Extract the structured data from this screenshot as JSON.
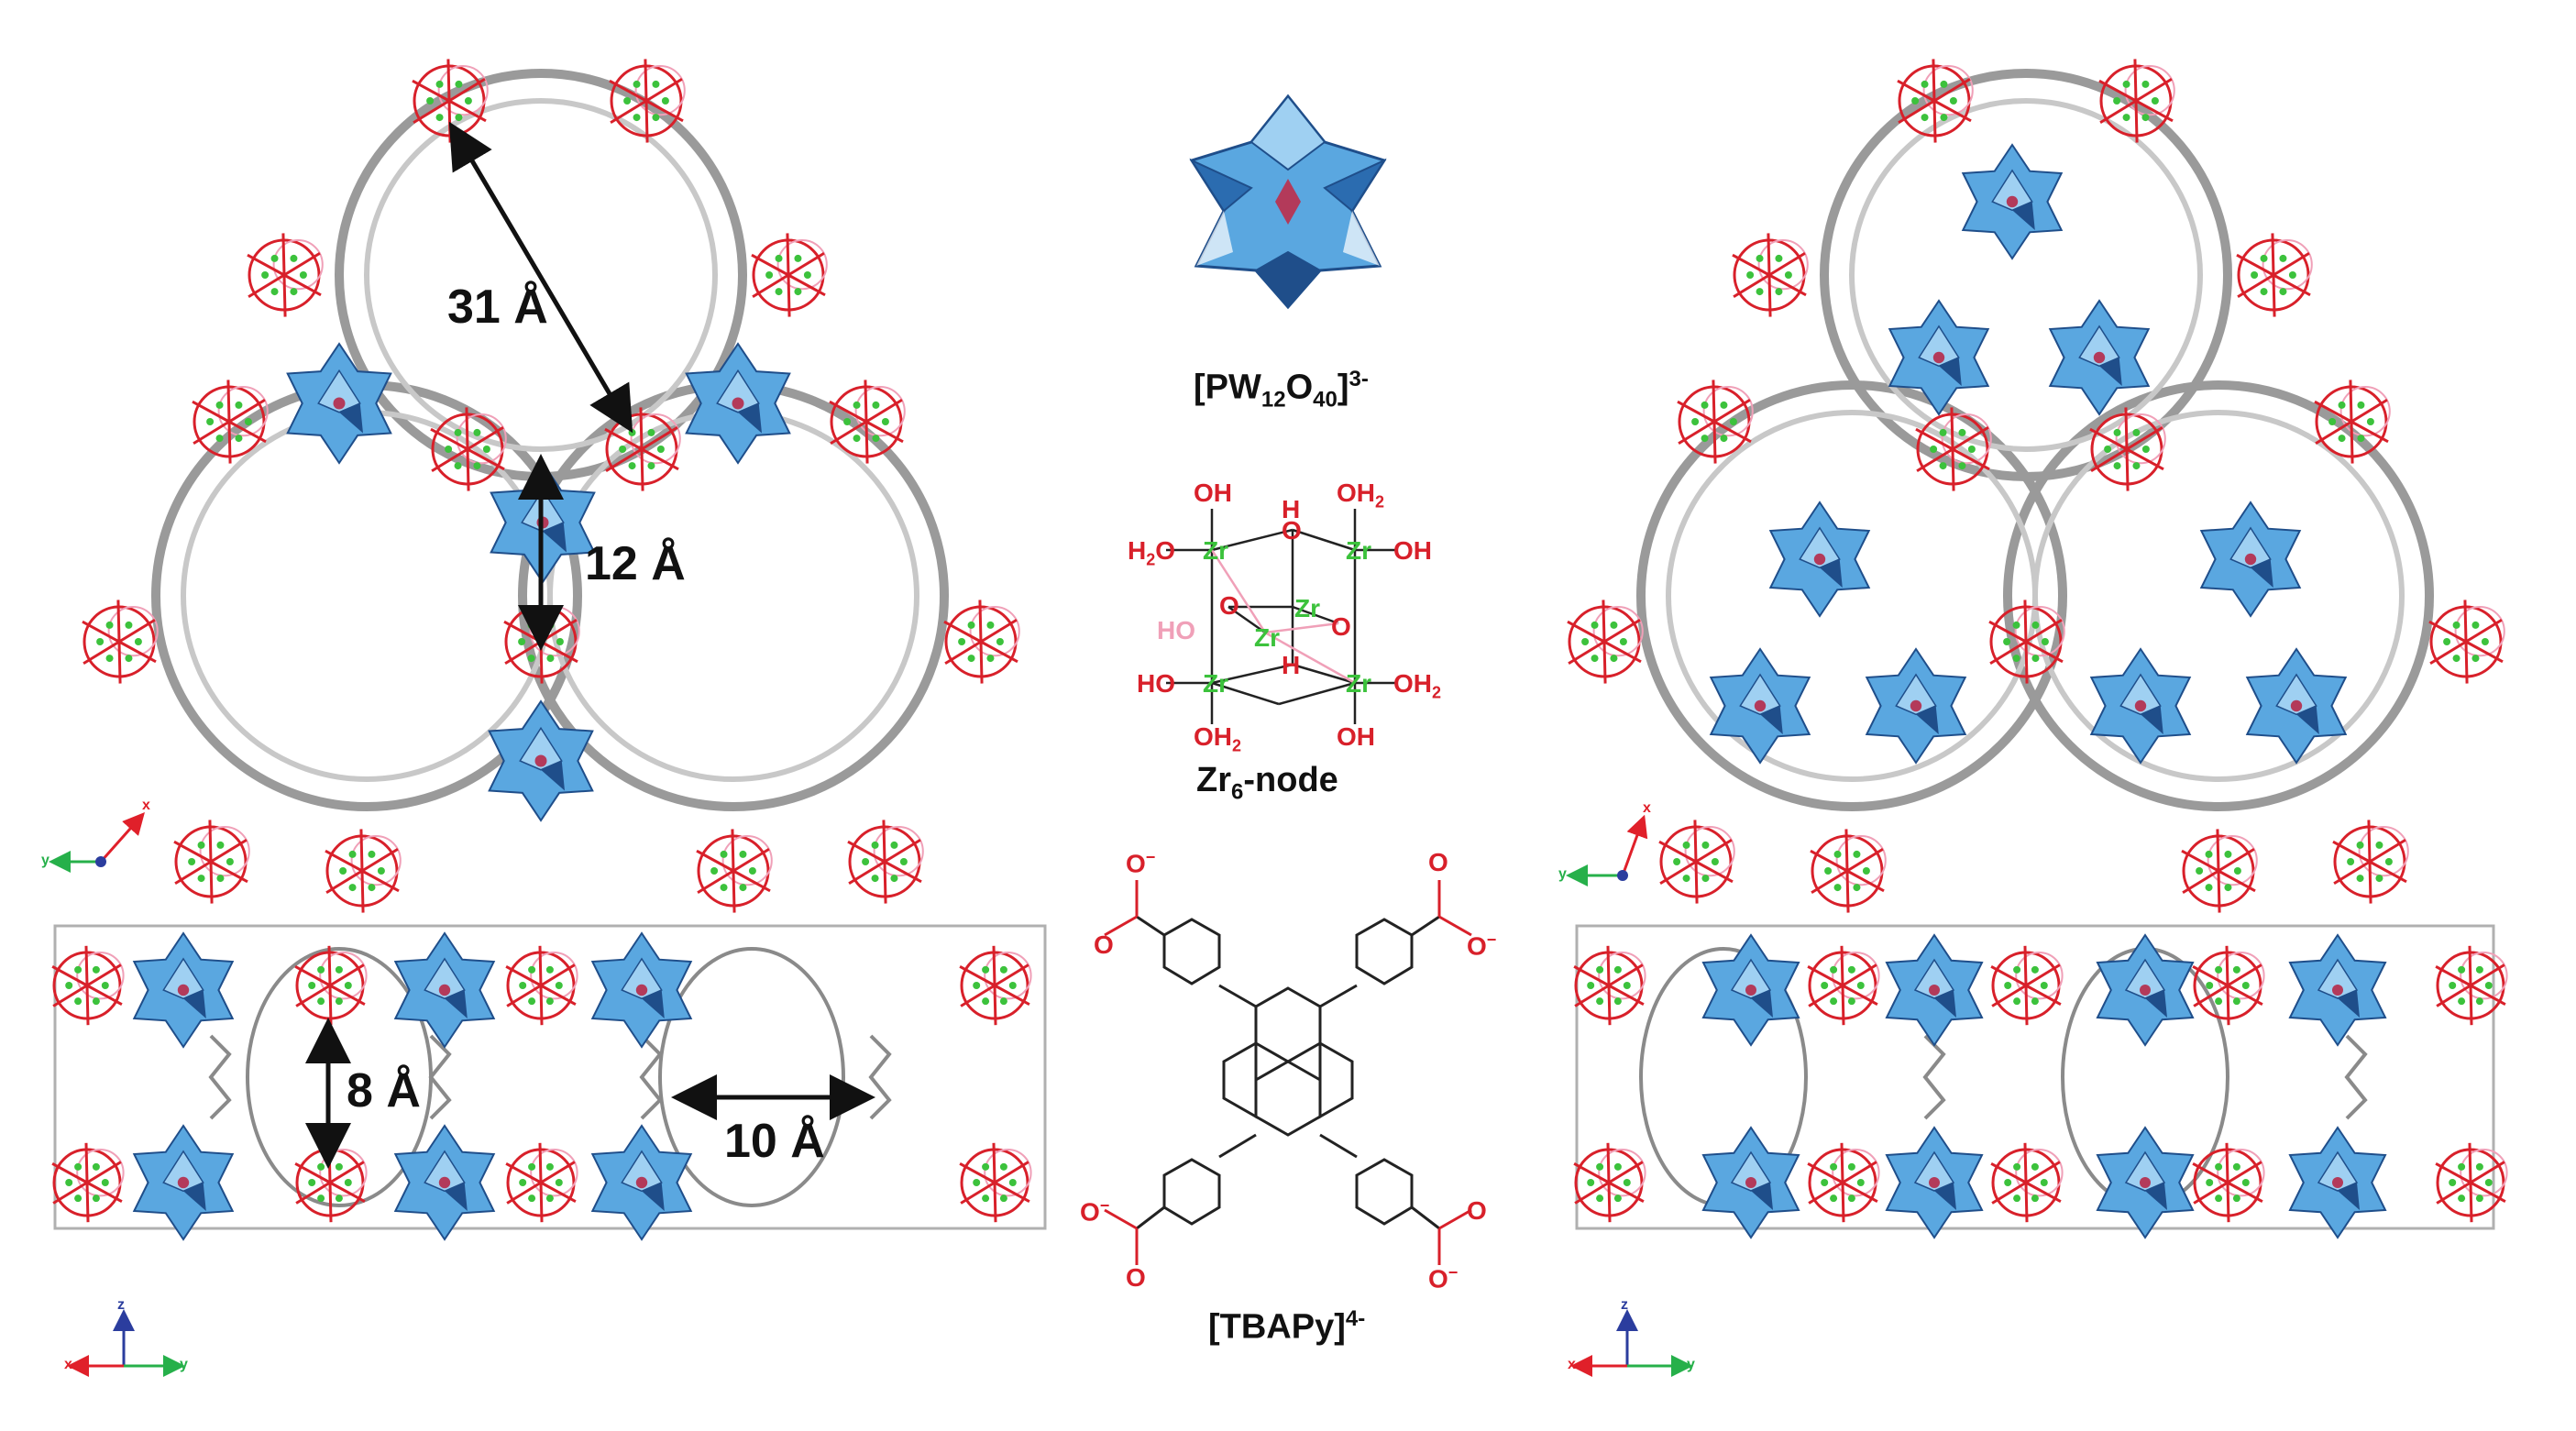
{
  "panels": {
    "top_left": {
      "measure_pore": "31 Å",
      "measure_window": "12 Å",
      "axes": {
        "a1": "x",
        "a2": "y"
      }
    },
    "bottom_left": {
      "measure_a": "8 Å",
      "measure_b": "10 Å",
      "axes": {
        "a1": "z",
        "a2": "x",
        "a3": "y"
      }
    },
    "top_right": {
      "axes": {
        "a1": "x",
        "a2": "y"
      }
    },
    "bottom_right": {
      "axes": {
        "a1": "z",
        "a2": "x",
        "a3": "y"
      }
    }
  },
  "center": {
    "pom_label": {
      "base": "[PW",
      "s1": "12",
      "mid": "O",
      "s2": "40",
      "close": "]",
      "charge": "3-"
    },
    "node_label": {
      "base": "Zr",
      "sub": "6",
      "rest": "-node"
    },
    "node_atoms": {
      "oh": "OH",
      "oh2": "OH",
      "h2o": "H",
      "o": "O",
      "h": "H",
      "zr": "Zr",
      "ho": "HO",
      "two": "2"
    },
    "linker_label": {
      "base": "[TBAPy]",
      "charge": "4-"
    },
    "carboxylate": {
      "o": "O",
      "minus": "−"
    }
  },
  "colors": {
    "pom_blue": "#5aa7e0",
    "pom_dark": "#1f4e8a",
    "pom_center": "#b33a5a",
    "zr_green": "#3cc23c",
    "oxygen_red": "#d8202a",
    "pink": "#f0a0b8",
    "framework_grey": "#8a8a8a",
    "axis_red": "#e0202a",
    "axis_green": "#26b04a",
    "axis_blue": "#2b3d9e"
  }
}
